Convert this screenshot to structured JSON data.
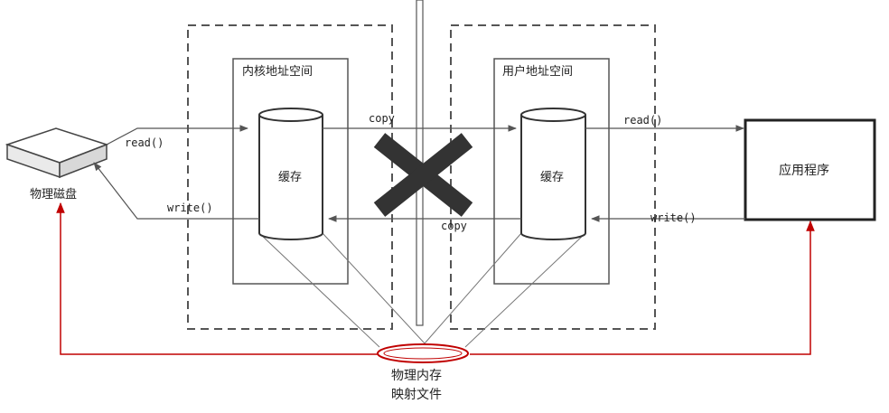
{
  "labels": {
    "physical_disk": "物理磁盘",
    "kernel_space": "内核地址空间",
    "user_space": "用户地址空间",
    "kernel_cache": "缓存",
    "user_cache": "缓存",
    "application": "应用程序",
    "mmap_line1": "物理内存",
    "mmap_line2": "映射文件"
  },
  "arrows": {
    "disk_read": "read()",
    "disk_write": "write()",
    "copy_top": "copy",
    "copy_bottom": "copy",
    "app_read": "read()",
    "app_write": "write()"
  },
  "colors": {
    "line": "#555555",
    "dashed": "#555555",
    "red": "#c00000",
    "cross": "#333333"
  }
}
